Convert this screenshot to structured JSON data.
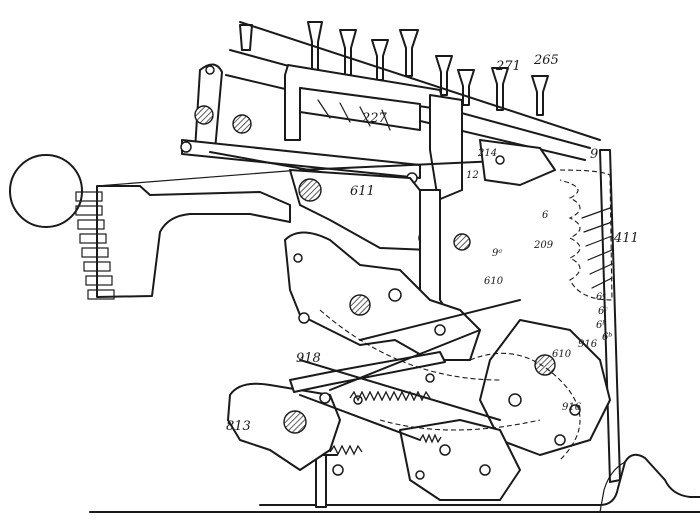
{
  "labels": {
    "l271": "271",
    "l265": "265",
    "l227": "227",
    "l214": "214",
    "l9": "9",
    "l12": "12",
    "l611": "611",
    "l411": "411",
    "l6": "6",
    "l209": "209",
    "l9a": "9ᵃ",
    "l610a": "610",
    "l610b": "610",
    "l916a": "916",
    "l916b": "916",
    "l918": "918",
    "l813": "813",
    "l6a": "6ᵃ",
    "l6c": "6ᶜ",
    "l6b": "6ᵇ",
    "l6d": "6ᵇ"
  }
}
